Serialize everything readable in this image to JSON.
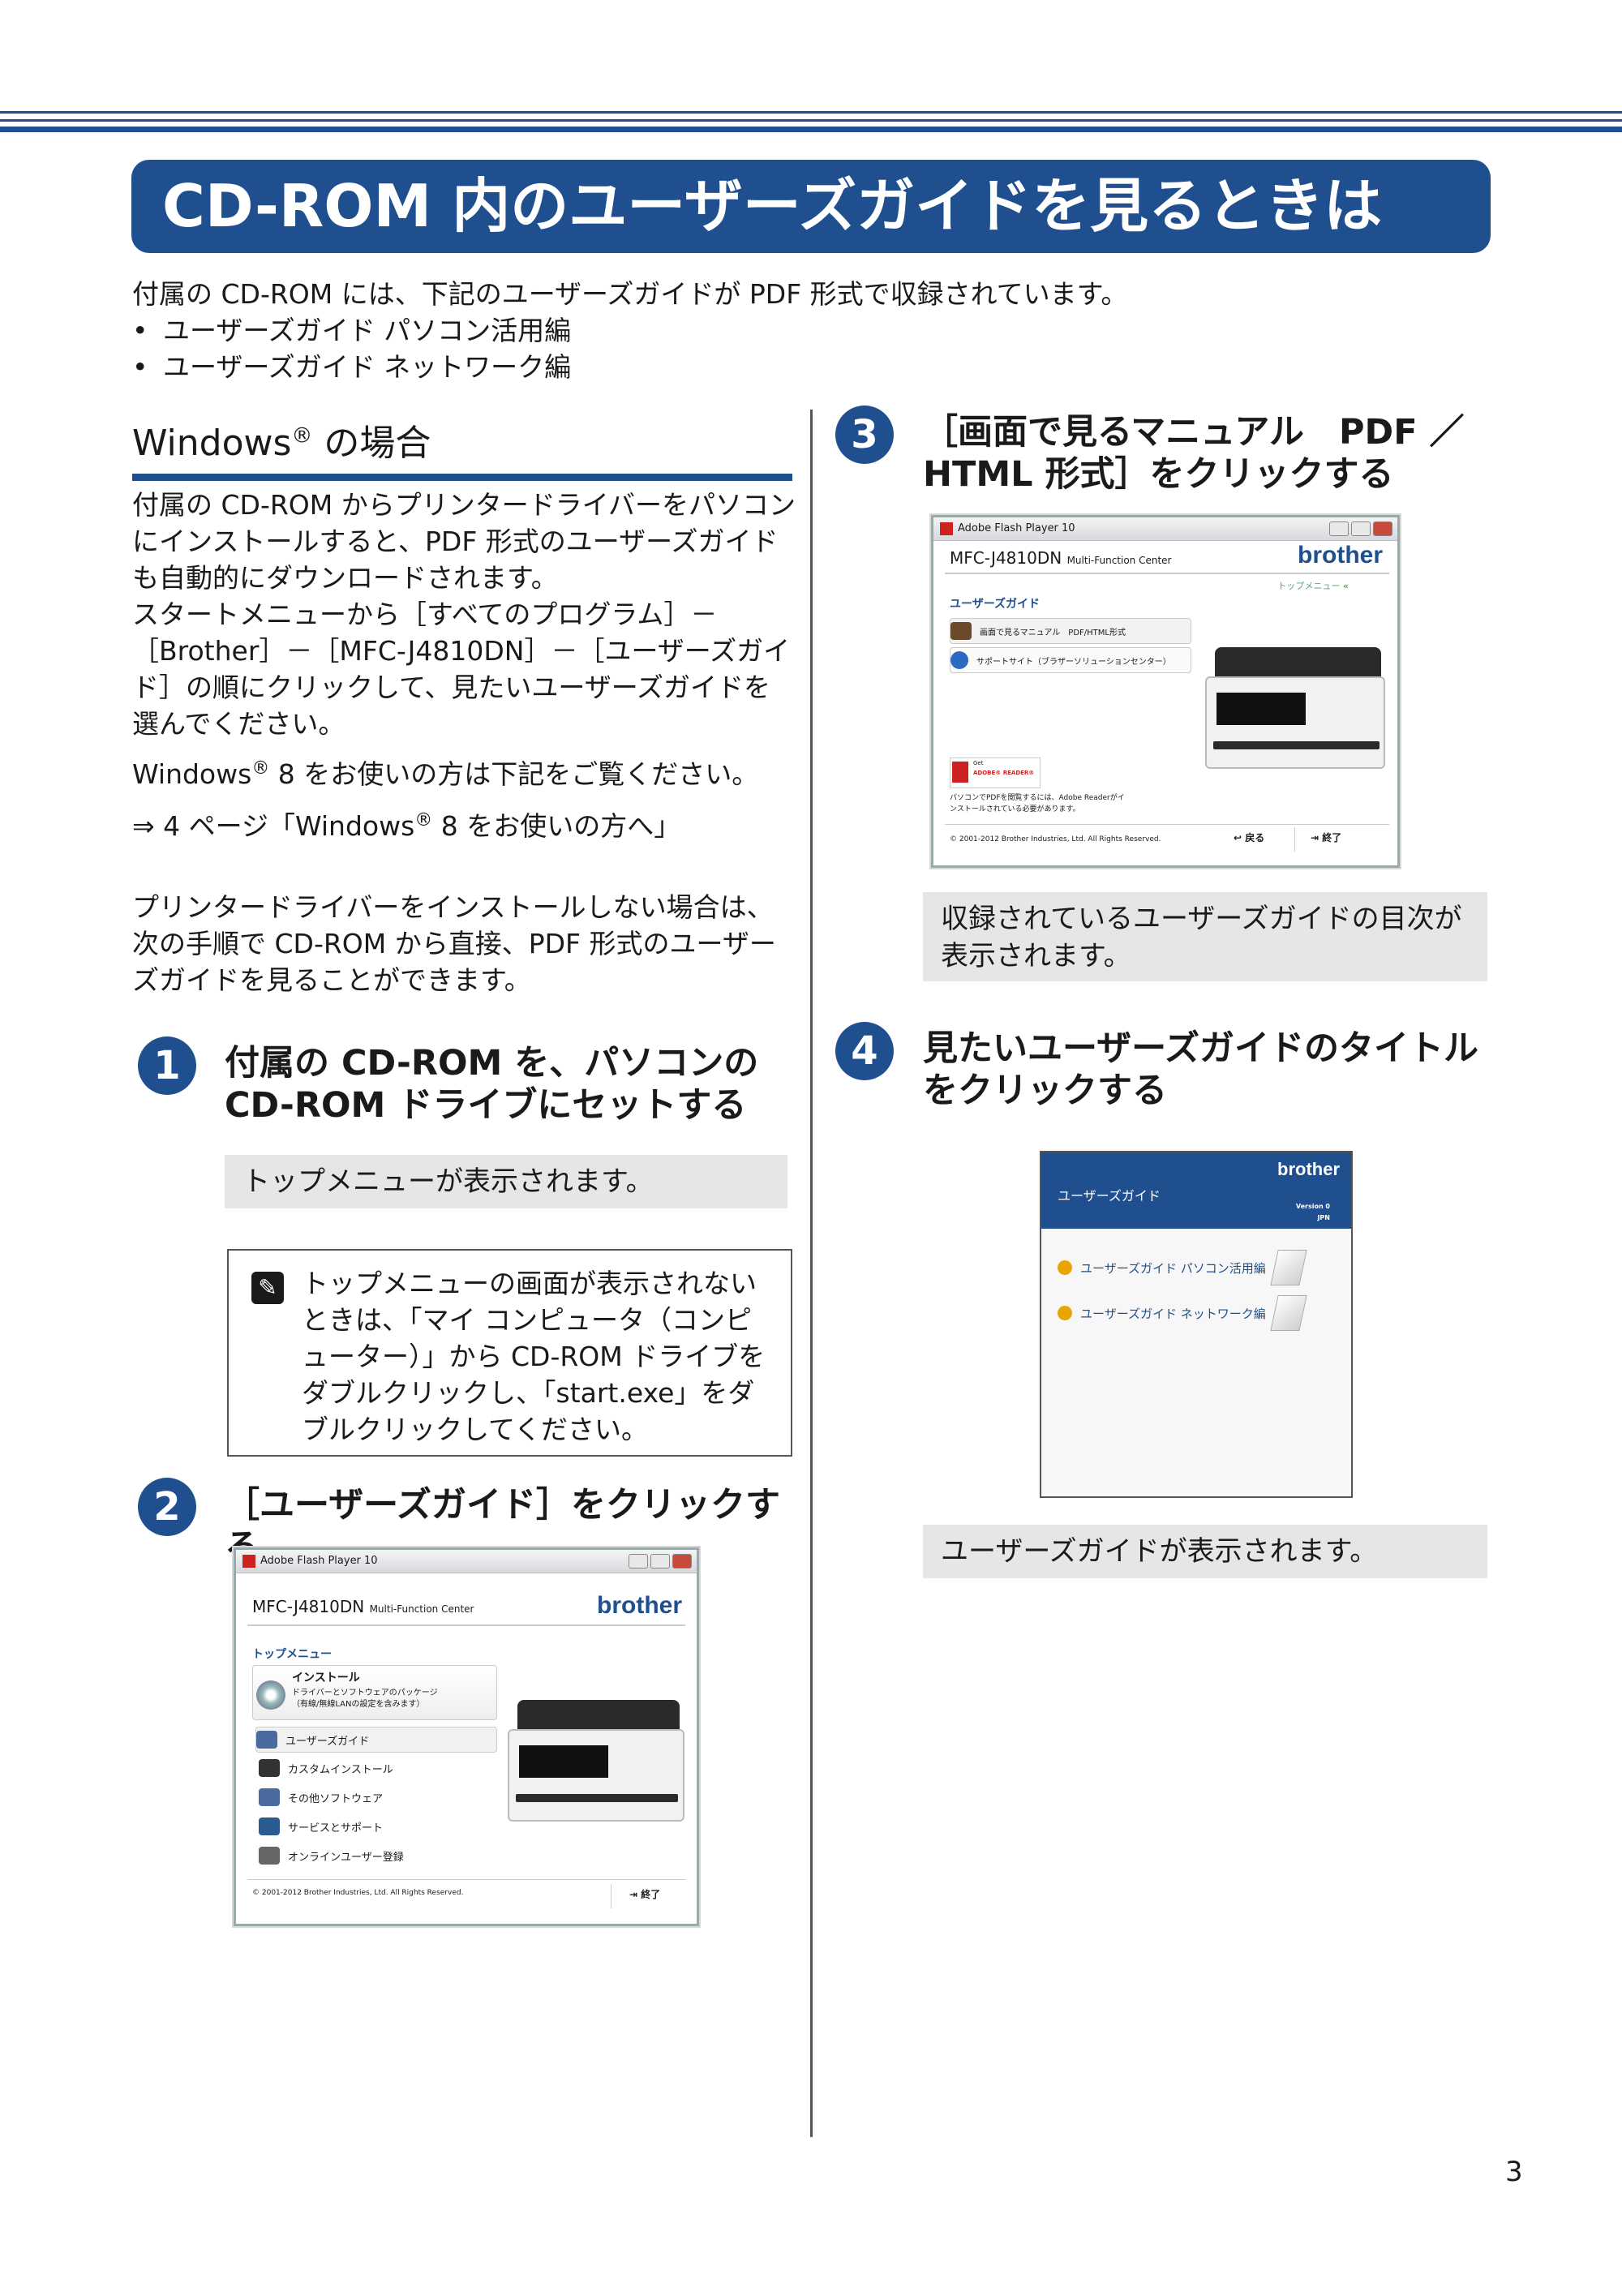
{
  "title": "CD-ROM 内のユーザーズガイドを見るときは",
  "intro": {
    "text": "付属の CD-ROM には、下記のユーザーズガイドが PDF 形式で収録されています。",
    "bullets": [
      "ユーザーズガイド パソコン活用編",
      "ユーザーズガイド ネットワーク編"
    ]
  },
  "windows_section": {
    "heading": "Windows",
    "heading_sup": "®",
    "heading_tail": " の場合",
    "para1": "付属の CD-ROM からプリンタードライバーをパソコンにインストールすると、PDF 形式のユーザーズガイドも自動的にダウンロードされます。",
    "para2": "スタートメニューから［すべてのプログラム］－［Brother］－［MFC-J4810DN］－［ユーザーズガイド］の順にクリックして、見たいユーザーズガイドを選んでください。",
    "win8_a": "Windows",
    "win8_sup": "®",
    "win8_b": " 8 をお使いの方は下記をご覧ください。",
    "ref_a": "⇒ 4 ページ「Windows",
    "ref_sup": "®",
    "ref_b": " 8 をお使いの方へ」",
    "para3": "プリンタードライバーをインストールしない場合は、次の手順で CD-ROM から直接、PDF 形式のユーザーズガイドを見ることができます。"
  },
  "steps": [
    {
      "num": "1",
      "title": "付属の CD-ROM を、パソコンの CD-ROM ドライブにセットする",
      "result": "トップメニューが表示されます。"
    },
    {
      "num": "2",
      "title": "［ユーザーズガイド］をクリックする"
    },
    {
      "num": "3",
      "title": "［画面で見るマニュアル　PDF ／ HTML 形式］をクリックする",
      "result": "収録されているユーザーズガイドの目次が表示されます。"
    },
    {
      "num": "4",
      "title": "見たいユーザーズガイドのタイトルをクリックする",
      "result": "ユーザーズガイドが表示されます。"
    }
  ],
  "note": {
    "icon": "memo-icon",
    "text": "トップメニューの画面が表示されないときは、「マイ コンピュータ（コンピューター）」から CD-ROM ドライブをダブルクリックし、「start.exe」をダブルクリックしてください。"
  },
  "shot_top_menu": {
    "window_title": "Adobe Flash Player 10",
    "model": "MFC-J4810DN",
    "subtitle": "Multi-Function Center",
    "brand": "brother",
    "menu_heading": "トップメニュー",
    "install_label": "インストール",
    "install_sub1": "ドライバーとソフトウェアのパッケージ",
    "install_sub2": "（有線/無線LANの設定を含みます）",
    "items": [
      "ユーザーズガイド",
      "カスタムインストール",
      "その他ソフトウェア",
      "サービスとサポート",
      "オンラインユーザー登録"
    ],
    "copyright": "© 2001-2012 Brother Industries, Ltd. All Rights Reserved.",
    "exit": "終了"
  },
  "shot_user_guide": {
    "window_title": "Adobe Flash Player 10",
    "model": "MFC-J4810DN",
    "subtitle": "Multi-Function Center",
    "brand": "brother",
    "topmenu_link": "トップメニュー",
    "section": "ユーザーズガイド",
    "item1": "画面で見るマニュアル　PDF/HTML形式",
    "item2": "サポートサイト（ブラザーソリューションセンター）",
    "adobe_get": "Get",
    "adobe_reader": "ADOBE® READER®",
    "adobe_note1": "パソコンでPDFを閲覧するには、Adobe Readerがイ",
    "adobe_note2": "ンストールされている必要があります。",
    "copyright": "© 2001-2012 Brother Industries, Ltd. All Rights Reserved.",
    "back": "戻る",
    "exit": "終了"
  },
  "shot_guide_list": {
    "brand": "brother",
    "heading": "ユーザーズガイド",
    "version": "Version 0",
    "region": "JPN",
    "links": [
      "ユーザーズガイド パソコン活用編",
      "ユーザーズガイド ネットワーク編"
    ]
  },
  "page_number": "3",
  "colors": {
    "accent": "#1f4f8f",
    "result_bg": "#e6e6e6"
  }
}
